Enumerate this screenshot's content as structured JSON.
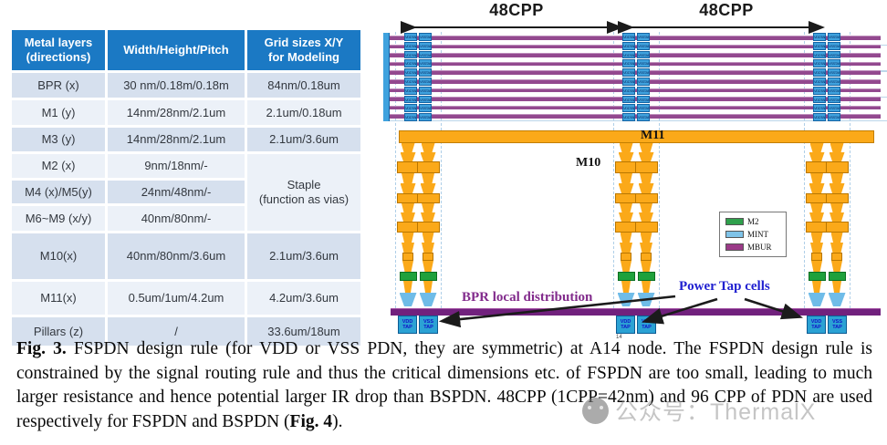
{
  "table": {
    "headers": [
      "Metal layers\n(directions)",
      "Width/Height/Pitch",
      "Grid sizes X/Y\nfor Modeling"
    ],
    "rows": [
      {
        "layer": "BPR (x)",
        "whp": "30 nm/0.18m/0.18m",
        "grid": "84nm/0.18um"
      },
      {
        "layer": "M1 (y)",
        "whp": "14nm/28nm/2.1um",
        "grid": "2.1um/0.18um"
      },
      {
        "layer": "M3 (y)",
        "whp": "14nm/28nm/2.1um",
        "grid": "2.1um/3.6um"
      },
      {
        "layer": "M2 (x)",
        "whp": "9nm/18nm/-",
        "grid": "Staple\n(function as vias)",
        "grid_rowspan": 3
      },
      {
        "layer": "M4 (x)/M5(y)",
        "whp": "24nm/48nm/-"
      },
      {
        "layer": "M6~M9 (x/y)",
        "whp": "40nm/80nm/-"
      },
      {
        "layer": "M10(x)",
        "whp": "40nm/80nm/3.6um",
        "grid": "2.1um/3.6um"
      },
      {
        "layer": "M11(x)",
        "whp": "0.5um/1um/4.2um",
        "grid": "4.2um/3.6um"
      },
      {
        "layer": "Pillars (z)",
        "whp": "/",
        "grid": "33.6um/18um"
      }
    ]
  },
  "diagram": {
    "cpp_labels": [
      "48CPP",
      "48CPP"
    ],
    "m11_label": "M11",
    "m10_label": "M10",
    "bpr_label": "BPR local distribution",
    "power_tap_label": "Power Tap cells",
    "tap_cell_text": {
      "vdd": "VDDTAP",
      "vss": "VSSTAP"
    },
    "tap_boxes": {
      "vdd": "VDD\nTAP",
      "vss": "VSS\nTAP"
    },
    "legend": [
      {
        "label": "M2",
        "color": "#2FA04C"
      },
      {
        "label": "MINT",
        "color": "#7FC3E8"
      },
      {
        "label": "MBUR",
        "color": "#9B3A88"
      }
    ],
    "footnote": "14",
    "colors": {
      "metal_orange": "#FBA919",
      "m2_green": "#1FA13C",
      "mint_blue": "#6FBCE8",
      "mbur_purple": "#93498F",
      "bpr_purple": "#71217D",
      "tap_blue": "#3FA2DE"
    }
  },
  "caption": {
    "fig": "Fig. 3.",
    "text1": " FSPDN design rule (for VDD or VSS PDN, they are symmetric) at A14 node. The FSPDN design rule is constrained by the signal routing rule and thus the critical dimensions etc. of FSPDN are too small, leading to much larger resistance and hence potential larger IR drop than BSPDN. 48CPP (1CPP=42nm) and 96 CPP of PDN are used respectively for FSPDN and BSPDN (",
    "fig4": "Fig. 4",
    "text2": ")."
  },
  "watermark": {
    "text": "公众号：ThermalX"
  }
}
